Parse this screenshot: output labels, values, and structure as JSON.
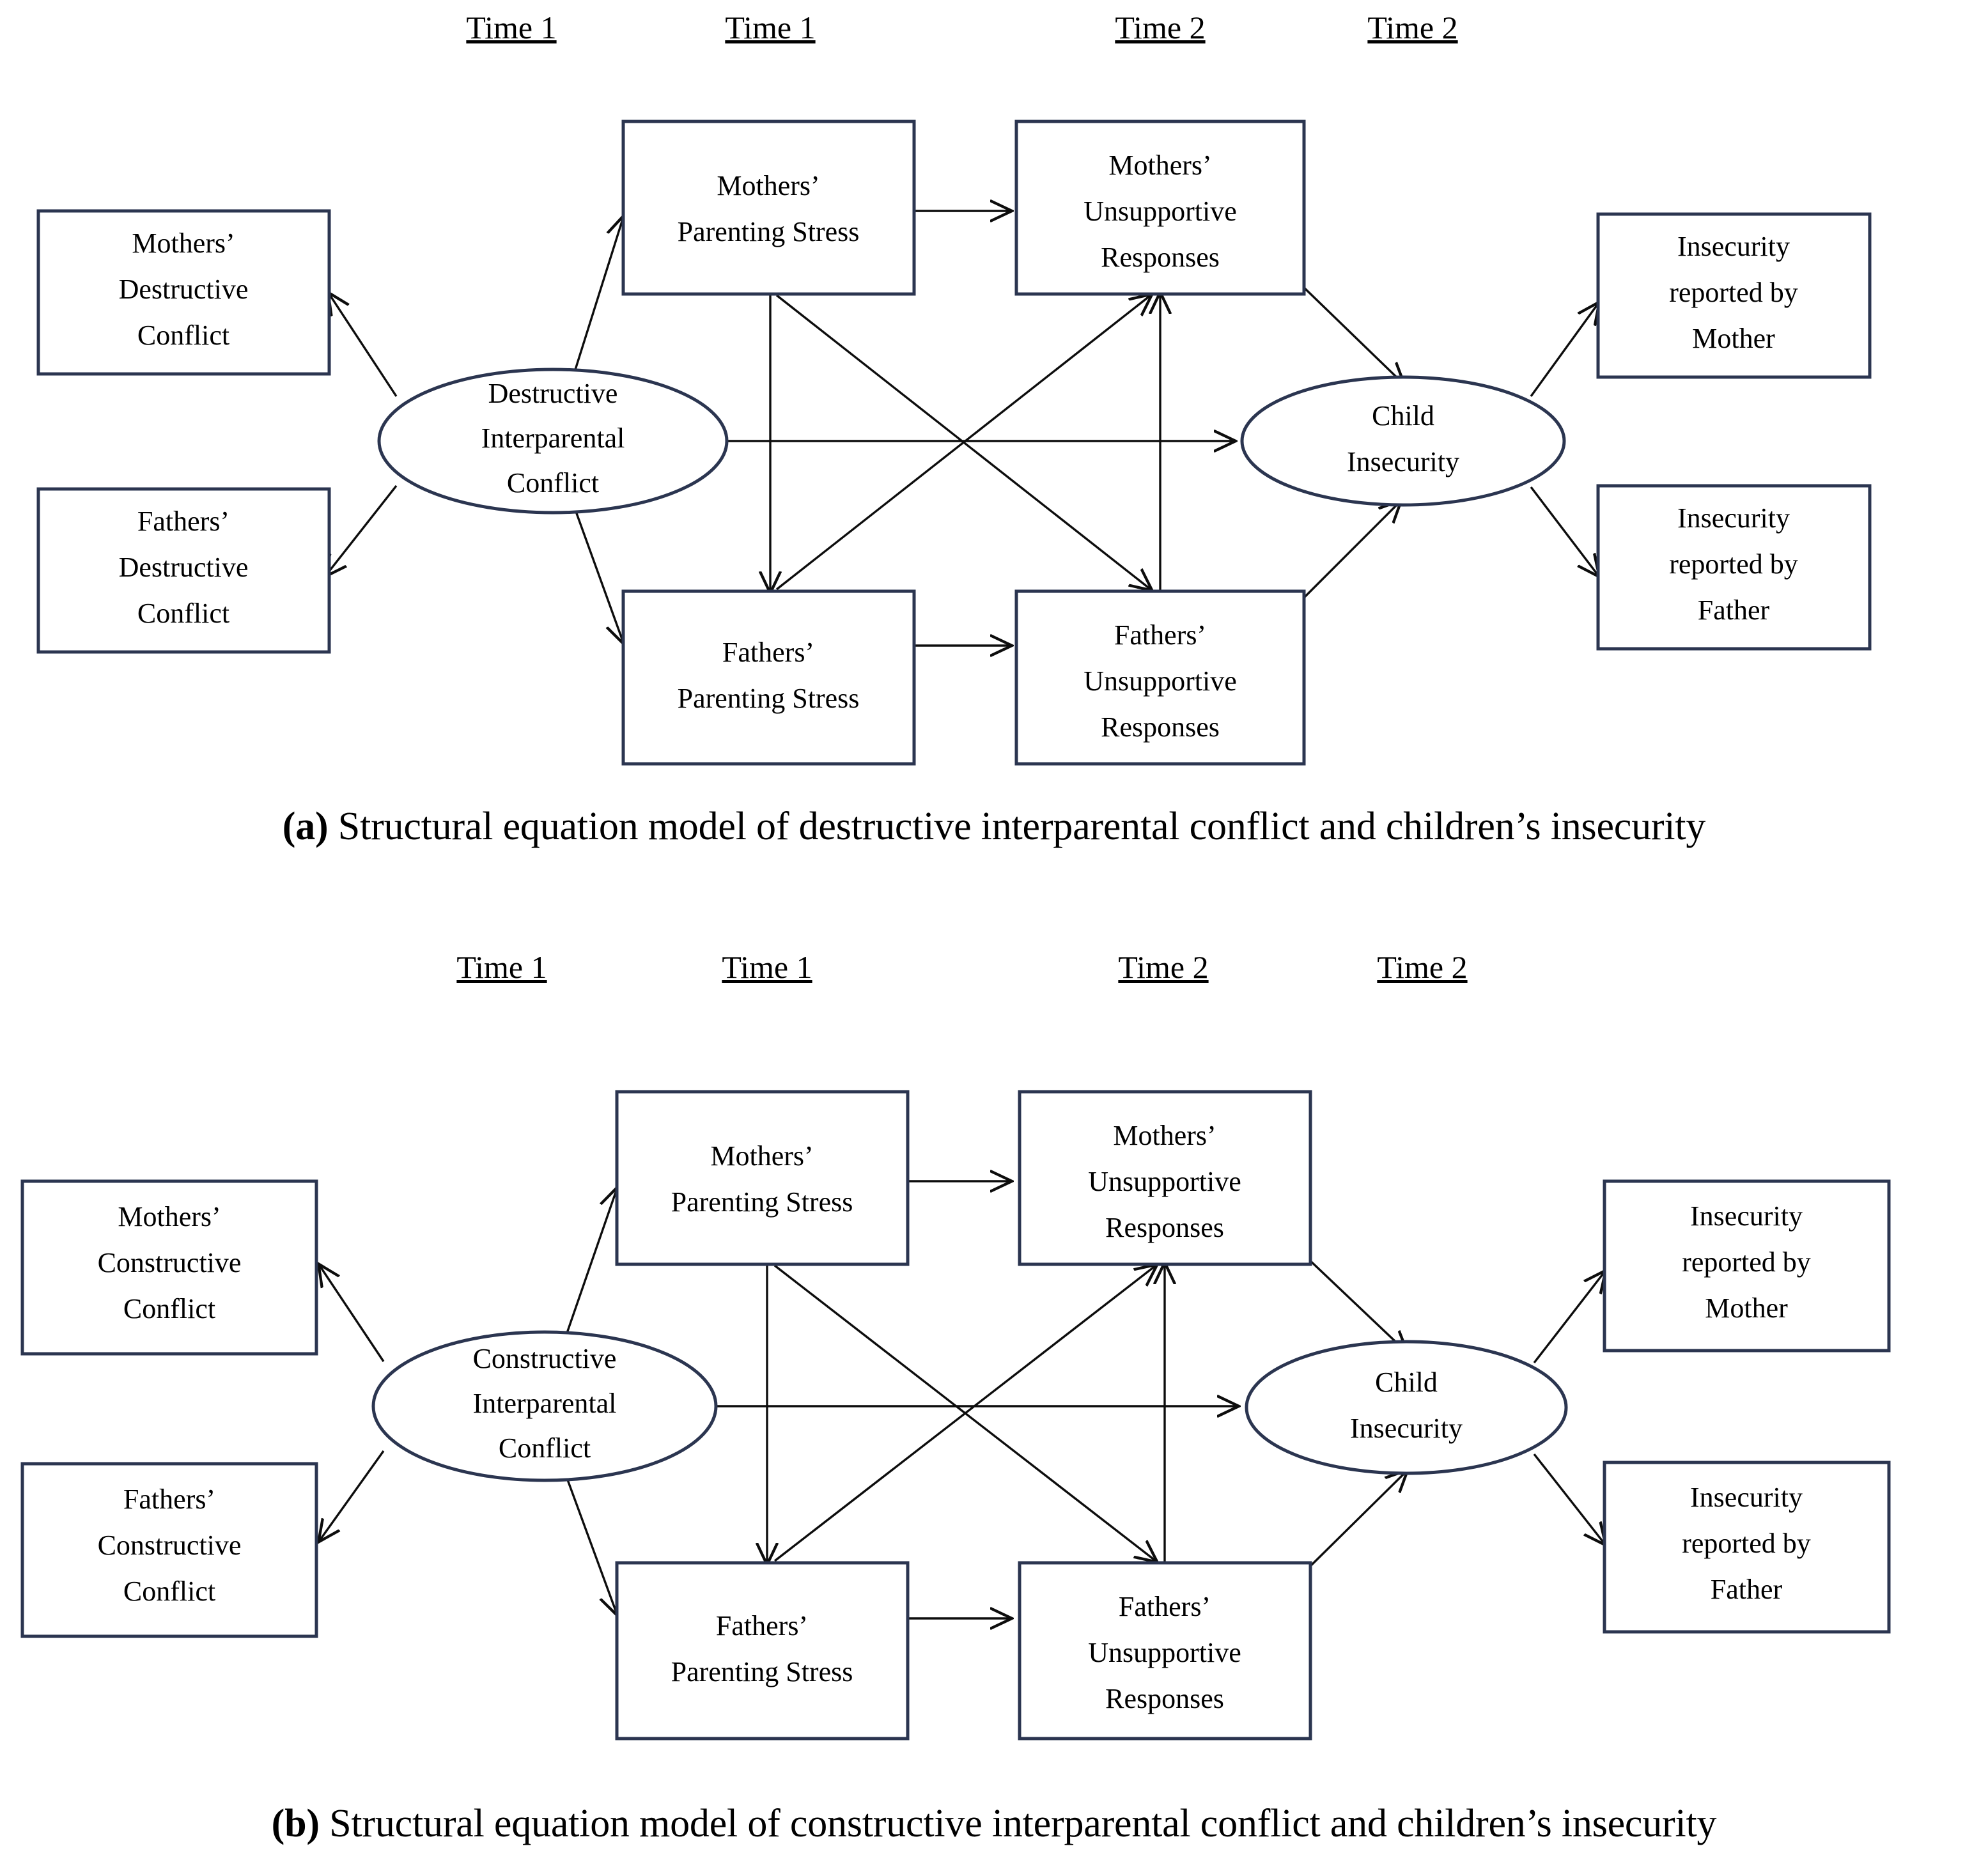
{
  "figure": {
    "panels": [
      {
        "id": "a",
        "caption_marker": "(a)",
        "caption_text": " Structural equation model of destructive interparental conflict and children’s insecurity",
        "time_labels": [
          "Time 1",
          "Time 1",
          "Time 2",
          "Time 2"
        ],
        "nodes": {
          "left_indicator_top": "Mothers’\nDestructive\nConflict",
          "left_indicator_bottom": "Fathers’\nDestructive\nConflict",
          "latent_left": "Destructive\nInterparental\nConflict",
          "mid_top_t1": "Mothers’\nParenting Stress",
          "mid_bottom_t1": "Fathers’\nParenting Stress",
          "mid_top_t2": "Mothers’\nUnsupportive\nResponses",
          "mid_bottom_t2": "Fathers’\nUnsupportive\nResponses",
          "latent_right": "Child\nInsecurity",
          "right_indicator_top": "Insecurity\nreported by\nMother",
          "right_indicator_bottom": "Insecurity\nreported by\nFather"
        }
      },
      {
        "id": "b",
        "caption_marker": "(b)",
        "caption_text": " Structural equation model of constructive interparental conflict and children’s insecurity",
        "time_labels": [
          "Time 1",
          "Time 1",
          "Time 2",
          "Time 2"
        ],
        "nodes": {
          "left_indicator_top": "Mothers’\nConstructive\nConflict",
          "left_indicator_bottom": "Fathers’\nConstructive\nConflict",
          "latent_left": "Constructive\nInterparental\nConflict",
          "mid_top_t1": "Mothers’\nParenting Stress",
          "mid_bottom_t1": "Fathers’\nParenting Stress",
          "mid_top_t2": "Mothers’\nUnsupportive\nResponses",
          "mid_bottom_t2": "Fathers’\nUnsupportive\nResponses",
          "latent_right": "Child\nInsecurity",
          "right_indicator_top": "Insecurity\nreported by\nMother",
          "right_indicator_bottom": "Insecurity\nreported by\nFather"
        }
      }
    ],
    "edges": [
      "latent_left -> left_indicator_top",
      "latent_left -> left_indicator_bottom",
      "latent_left -> mid_top_t1",
      "latent_left -> mid_bottom_t1",
      "latent_left -> latent_right",
      "mid_top_t1 -> mid_top_t2",
      "mid_bottom_t1 -> mid_bottom_t2",
      "mid_top_t1 -> mid_bottom_t1",
      "mid_top_t1 -> mid_bottom_t2",
      "mid_bottom_t1 -> mid_top_t2",
      "mid_top_t2 -> mid_bottom_t2",
      "mid_top_t2 -> latent_right",
      "mid_bottom_t2 -> latent_right",
      "latent_right -> right_indicator_top",
      "latent_right -> right_indicator_bottom"
    ],
    "colors": {
      "shape_stroke": "#2b3550",
      "edge_stroke": "#0d0d0d",
      "shape_fill": "#ffffff",
      "text": "#000000",
      "background": "#ffffff"
    }
  }
}
